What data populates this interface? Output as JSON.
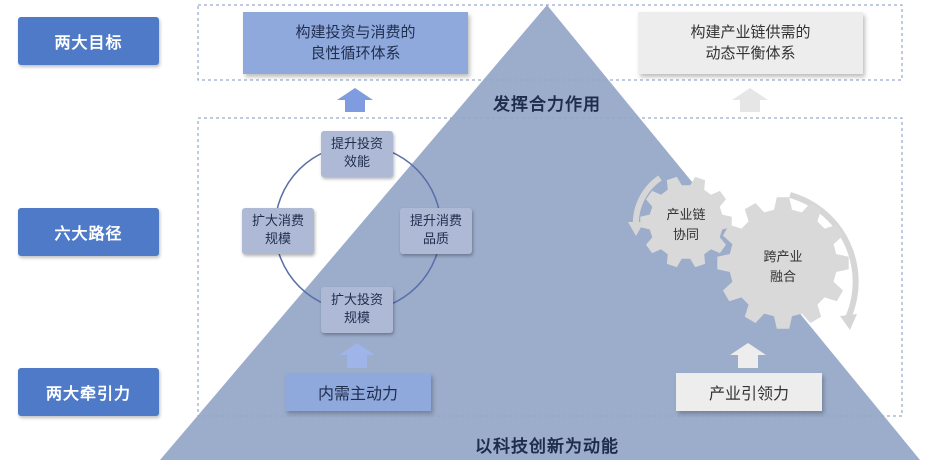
{
  "left_labels": {
    "goals": "两大目标",
    "paths": "六大路径",
    "drivers": "两大牵引力"
  },
  "goals": {
    "left": "构建投资与消费的\n良性循环体系",
    "right": "构建产业链供需的\n动态平衡体系"
  },
  "synergy": "发挥合力作用",
  "cycle": {
    "top": "提升投资\n效能",
    "right": "提升消费\n品质",
    "bottom": "扩大投资\n规模",
    "left": "扩大消费\n规模"
  },
  "gears": {
    "small": "产业链\n协同",
    "large": "跨产业\n融合"
  },
  "drivers": {
    "left": "内需主动力",
    "right": "产业引领力"
  },
  "base": "以科技创新为动能",
  "colors": {
    "label_blue": "#4f7ac7",
    "triangle_blue": "#94a6c8",
    "goal_left_fill": "#8fa9dd",
    "goal_right_fill": "#ededed",
    "arrow_blue": "#7f9ce0",
    "arrow_grey": "#e6e6e6",
    "gear_grey": "#d9d9d9",
    "cycle_line": "#5a6fa8"
  }
}
